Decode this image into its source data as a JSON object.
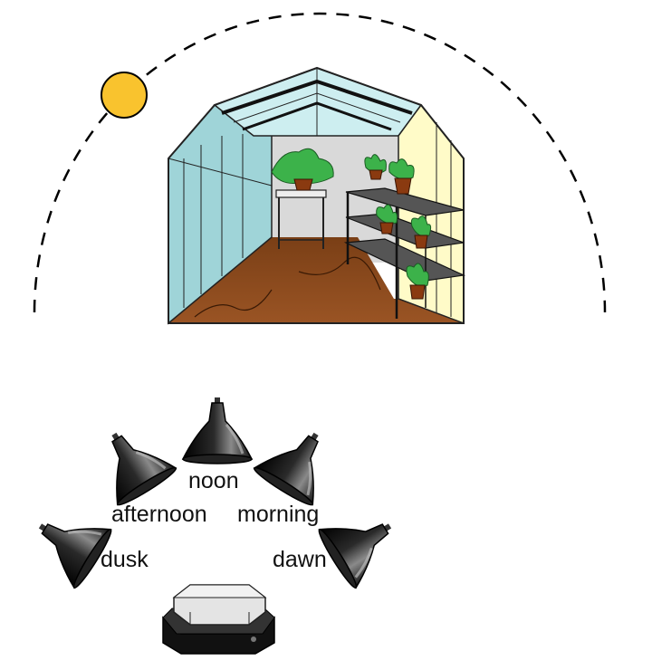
{
  "labels": {
    "noon": "noon",
    "afternoon": "afternoon",
    "morning": "morning",
    "dusk": "dusk",
    "dawn": "dawn"
  },
  "colors": {
    "sun": "#f9c32e",
    "glass": "#9fd4d8",
    "glass_right": "#fffbc8",
    "soil": "#8a4b1e",
    "back_wall": "#d9d9d9",
    "lamp": "#111111",
    "leaf": "#3cb24a"
  },
  "icons": {
    "sun": "sun-icon",
    "greenhouse": "greenhouse-icon",
    "lamp": "lamp-icon",
    "controller": "light-controller-icon"
  }
}
